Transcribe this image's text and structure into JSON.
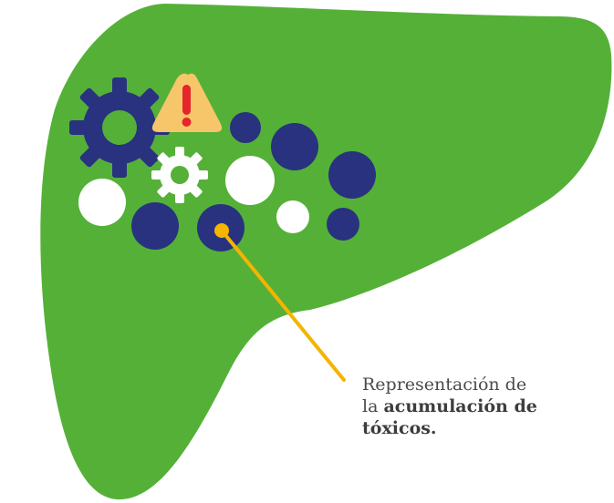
{
  "caption": {
    "line1": "Representación de",
    "line2_normal": "la ",
    "line2_bold": "acumulación de",
    "line3_bold": "tóxicos."
  },
  "icons": {
    "large_gear": "gear-icon",
    "small_gear": "gear-icon",
    "warning": "warning-triangle-icon"
  },
  "colors": {
    "liver_green": "#55b038",
    "navy": "#28327f",
    "white": "#ffffff",
    "warning_yellow": "#f7c66a",
    "warning_red": "#e5242c",
    "pointer_line": "#f4b400",
    "caption_text": "#4a4a4a"
  }
}
